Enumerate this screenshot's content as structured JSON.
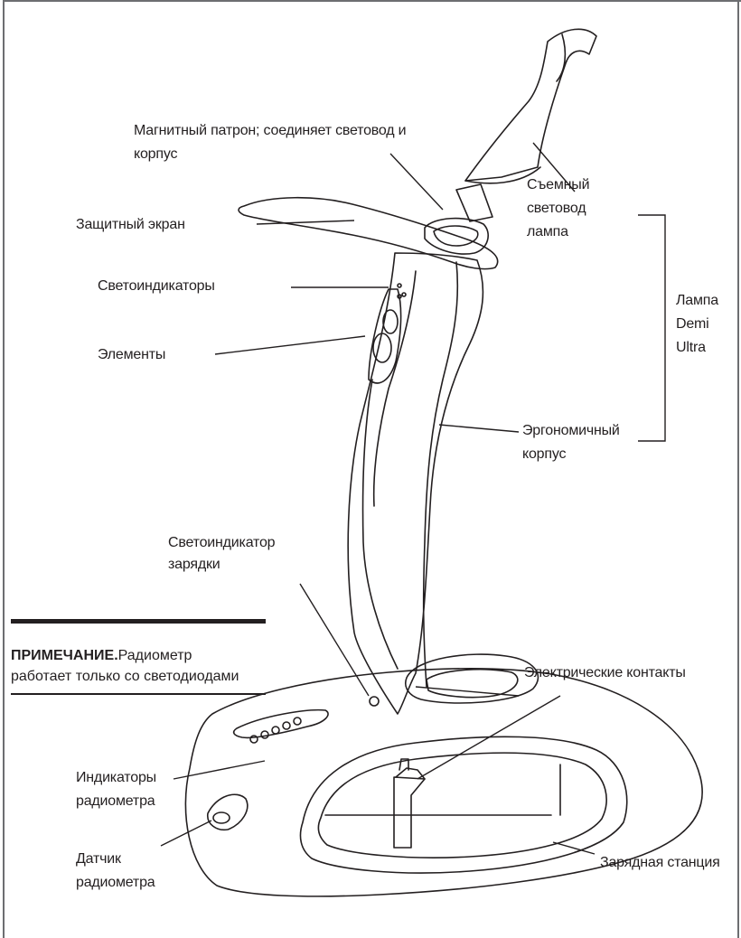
{
  "labels": {
    "magnetic_line1": "Магнитный патрон; соединяет световод и",
    "magnetic_line2": "корпус",
    "shield": "Защитный экран",
    "led_indicators": "Светоиндикаторы",
    "elements": "Элементы",
    "removable_line1": "Съемный",
    "removable_line2": "световод",
    "removable_line3": "лампа",
    "lamp_line1": "Лампа",
    "lamp_line2": "Demi",
    "lamp_line3": "Ultra",
    "ergonomic_line1": "Эргономичный",
    "ergonomic_line2": "корпус",
    "charge_led_line1": "Светоиндикатор",
    "charge_led_line2": "зарядки",
    "electrical_contacts": "Электрические контакты",
    "radiometer_indicators_line1": "Индикаторы",
    "radiometer_indicators_line2": "радиометра",
    "radiometer_sensor_line1": "Датчик",
    "radiometer_sensor_line2": "радиометра",
    "charging_station": "Зарядная станция"
  },
  "note": {
    "bold": "ПРИМЕЧАНИЕ.",
    "line1_rest": "Радиометр",
    "line2": "работает только со светодиодами"
  },
  "colors": {
    "ink": "#231f20",
    "frame": "#6d6e71"
  }
}
